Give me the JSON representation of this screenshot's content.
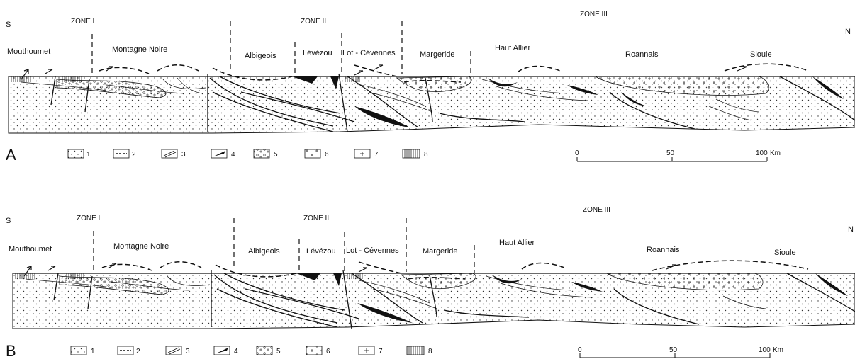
{
  "sections": [
    {
      "panel_label": "A",
      "south": "S",
      "north": "N",
      "zones": [
        "ZONE I",
        "ZONE II",
        "ZONE III"
      ],
      "regions": [
        "Mouthoumet",
        "Montagne Noire",
        "Albigeois",
        "Lévézou",
        "Lot - Cévennes",
        "Margeride",
        "Haut Allier",
        "Roannais",
        "Sioule"
      ],
      "legend": [
        "1",
        "2",
        "3",
        "4",
        "5",
        "6",
        "7",
        "8"
      ],
      "scale": {
        "ticks": [
          "0",
          "50",
          "100"
        ],
        "unit": "Km"
      }
    },
    {
      "panel_label": "B",
      "south": "S",
      "north": "N",
      "zones": [
        "ZONE I",
        "ZONE II",
        "ZONE III"
      ],
      "regions": [
        "Mouthoumet",
        "Montagne Noire",
        "Albigeois",
        "Lévézou",
        "Lot - Cévennes",
        "Margeride",
        "Haut Allier",
        "Roannais",
        "Sioule"
      ],
      "legend": [
        "1",
        "2",
        "3",
        "4",
        "5",
        "6",
        "7",
        "8"
      ],
      "scale": {
        "ticks": [
          "0",
          "50",
          "100"
        ],
        "unit": "Km"
      }
    }
  ]
}
